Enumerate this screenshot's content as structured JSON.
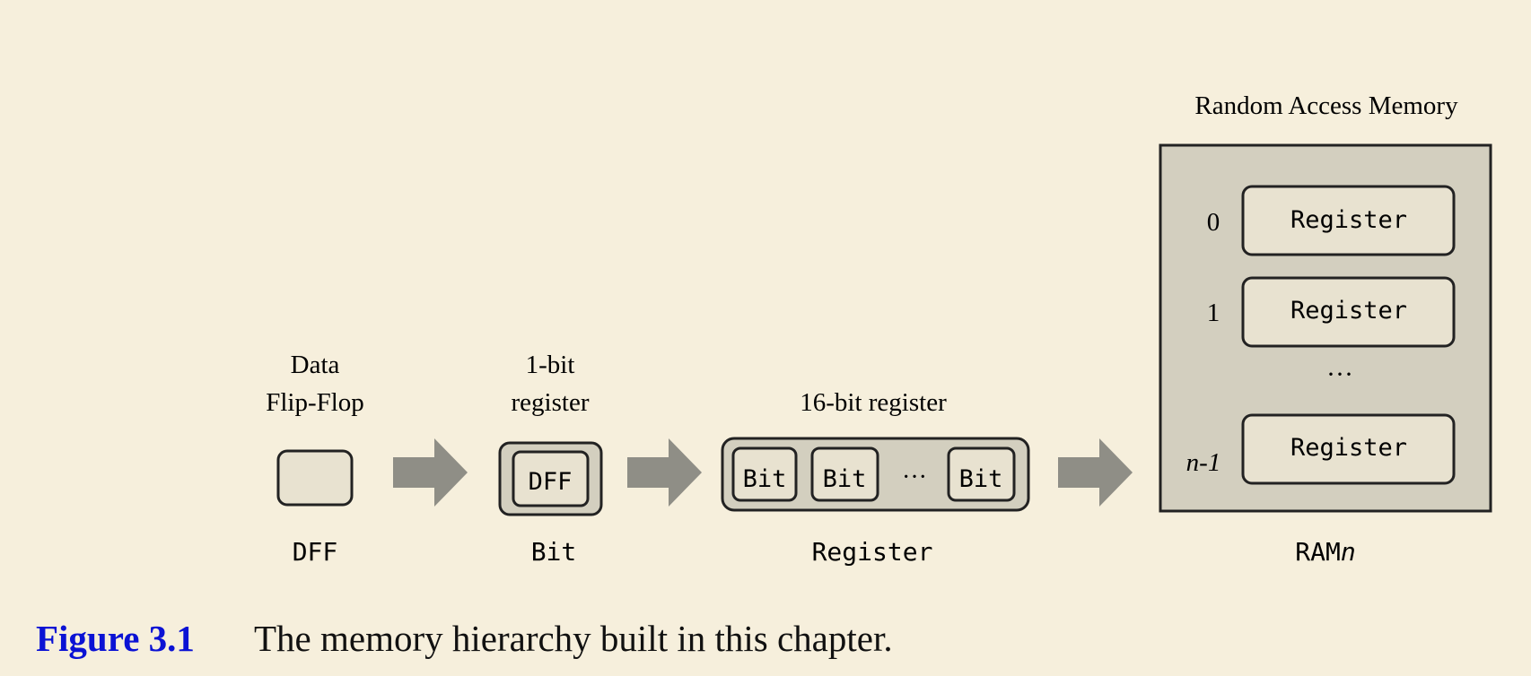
{
  "stages": {
    "dff": {
      "title_line1": "Data",
      "title_line2": "Flip-Flop",
      "name": "DFF"
    },
    "bit": {
      "title_line1": "1-bit",
      "title_line2": "register",
      "inner_label": "DFF",
      "name": "Bit"
    },
    "register": {
      "title": "16-bit register",
      "cells": [
        "Bit",
        "Bit",
        "Bit"
      ],
      "ellipsis": "···",
      "name": "Register"
    },
    "ram": {
      "title": "Random Access Memory",
      "rows": [
        {
          "address": "0",
          "label": "Register"
        },
        {
          "address": "1",
          "label": "Register"
        },
        {
          "address": "n-1",
          "label": "Register"
        }
      ],
      "ellipsis": "···",
      "name_prefix": "RAM",
      "name_suffix": "n"
    }
  },
  "caption": {
    "number": "Figure 3.1",
    "text": "The memory hierarchy built in this chapter."
  },
  "colors": {
    "background": "#f6efdc",
    "box_light": "#e8e2d0",
    "box_dark": "#d3cfbf",
    "arrow": "#8f8e86",
    "stroke": "#222222",
    "caption_number": "#0b12d4"
  }
}
